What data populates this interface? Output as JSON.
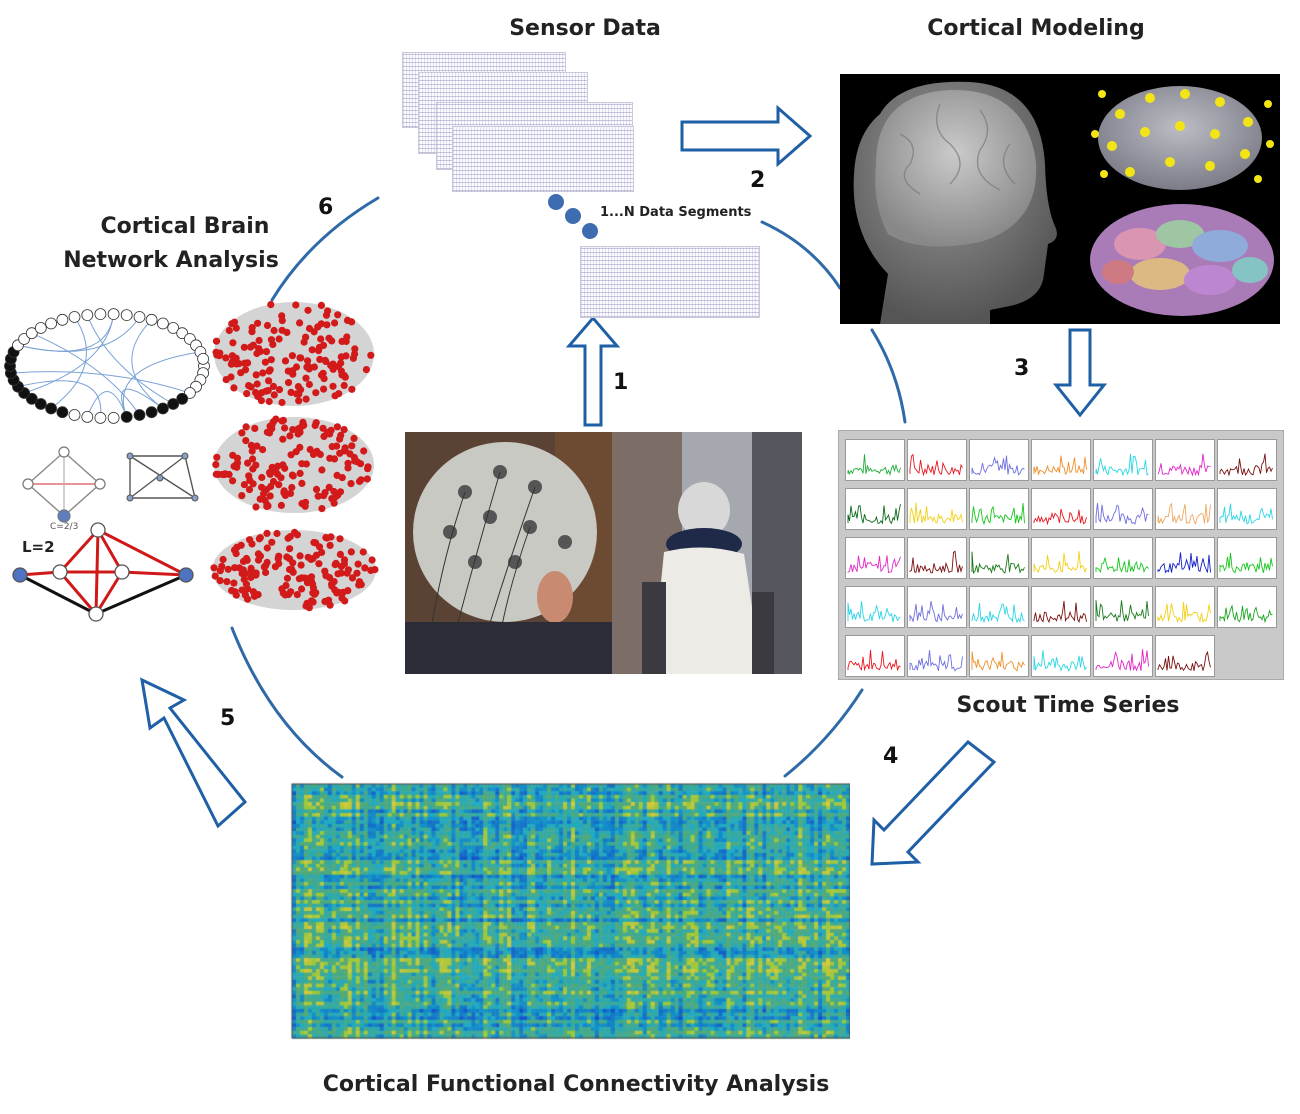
{
  "stages": {
    "sensor": {
      "title": "Sensor Data",
      "segments_label": "1...N Data Segments"
    },
    "cortical_modeling": {
      "title": "Cortical Modeling"
    },
    "scout": {
      "title": "Scout Time Series"
    },
    "connectivity": {
      "title": "Cortical Functional Connectivity Analysis"
    },
    "network": {
      "title_line1": "Cortical Brain",
      "title_line2": "Network Analysis"
    }
  },
  "steps": [
    "1",
    "2",
    "3",
    "4",
    "5",
    "6"
  ],
  "network_labels": {
    "path_length": "L=2",
    "small_graph": "C=2/3"
  },
  "colors": {
    "arc": "#2e6aa8",
    "arrow": "#1f5fa6",
    "node_red": "#d21a1a",
    "segment_dot": "#3d6db0"
  },
  "scout_series_colors": [
    "#1fae3c",
    "#e8161e",
    "#6f6fe0",
    "#f0902c",
    "#2ad6e6",
    "#e028c8",
    "#7a1010",
    "#0c6a1a",
    "#f2d016",
    "#18c61e",
    "#e8161e",
    "#6f6fe0",
    "#f0a860",
    "#2ad6e6",
    "#e028c8",
    "#7a1010",
    "#1a7a1a",
    "#f2d016",
    "#18c61e",
    "#1020c8",
    "#18c61e",
    "#2ad6e6",
    "#6f6fe0",
    "#2ad6e6",
    "#7a1010",
    "#1a7a1a",
    "#f2d016",
    "#18a61e",
    "#e8161e",
    "#6f6fe0",
    "#f0902c",
    "#2ad6e6",
    "#e028c8",
    "#7a1010"
  ]
}
